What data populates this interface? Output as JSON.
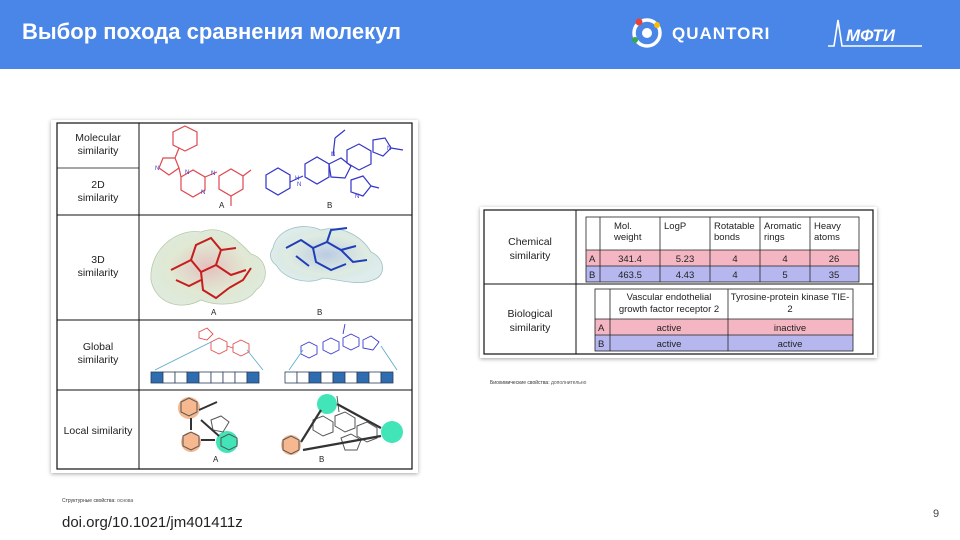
{
  "header": {
    "title": "Выбор похода сравнения молекул",
    "quantori_label": "QUANTORI",
    "mipt_label": "МФТИ",
    "bar_color": "#4a86e8"
  },
  "left_figure": {
    "rows": [
      "Molecular similarity",
      "2D similarity",
      "3D similarity",
      "Global similarity",
      "Local similarity"
    ],
    "molecule_labels": [
      "A",
      "B"
    ]
  },
  "right_figure": {
    "chemical": {
      "label": "Chemical similarity",
      "headers": [
        "Mol. weight",
        "LogP",
        "Rotatable bonds",
        "Aromatic rings",
        "Heavy atoms"
      ],
      "rows": [
        {
          "id": "A",
          "values": [
            "341.4",
            "5.23",
            "4",
            "4",
            "26"
          ]
        },
        {
          "id": "B",
          "values": [
            "463.5",
            "4.43",
            "4",
            "5",
            "35"
          ]
        }
      ]
    },
    "biological": {
      "label": "Biological similarity",
      "headers": [
        "Vascular endothelial growth factor receptor 2",
        "Tyrosine-protein kinase TIE-2"
      ],
      "rows": [
        {
          "id": "A",
          "values": [
            "active",
            "inactive"
          ]
        },
        {
          "id": "B",
          "values": [
            "active",
            "active"
          ]
        }
      ]
    },
    "row_colors": {
      "A": "#f4b6c2",
      "B": "#b7b7f0"
    }
  },
  "captions": {
    "right_bold": "Биохимические свойства:",
    "right_rest": "дополнительно",
    "left_bold": "Структурные свойства:",
    "left_rest": "основа"
  },
  "footer": {
    "doi": "doi.org/10.1021/jm401411z",
    "page_number": "9"
  }
}
